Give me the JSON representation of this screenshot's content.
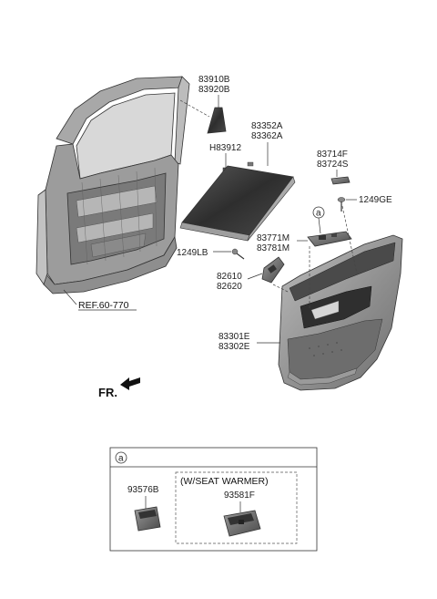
{
  "parts": {
    "p83910": [
      "83910B",
      "83920B"
    ],
    "p83352": [
      "83352A",
      "83362A"
    ],
    "h83912": "H83912",
    "p83714": [
      "83714F",
      "83724S"
    ],
    "p1249ge": "1249GE",
    "p83771": [
      "83771M",
      "83781M"
    ],
    "p1249lb": "1249LB",
    "p82610": [
      "82610",
      "82620"
    ],
    "p83301": [
      "83301E",
      "83302E"
    ],
    "ref": "REF.60-770",
    "front": "FR."
  },
  "callout": {
    "marker": "a"
  },
  "inset": {
    "marker": "a",
    "left_part": "93576B",
    "option_title": "(W/SEAT WARMER)",
    "right_part": "93581F"
  },
  "colors": {
    "line": "#333333",
    "panel_dark": "#3a3a3a",
    "panel_mid": "#8a8a8a",
    "panel_light": "#c8c8c8",
    "frame": "#9a9a9a"
  }
}
